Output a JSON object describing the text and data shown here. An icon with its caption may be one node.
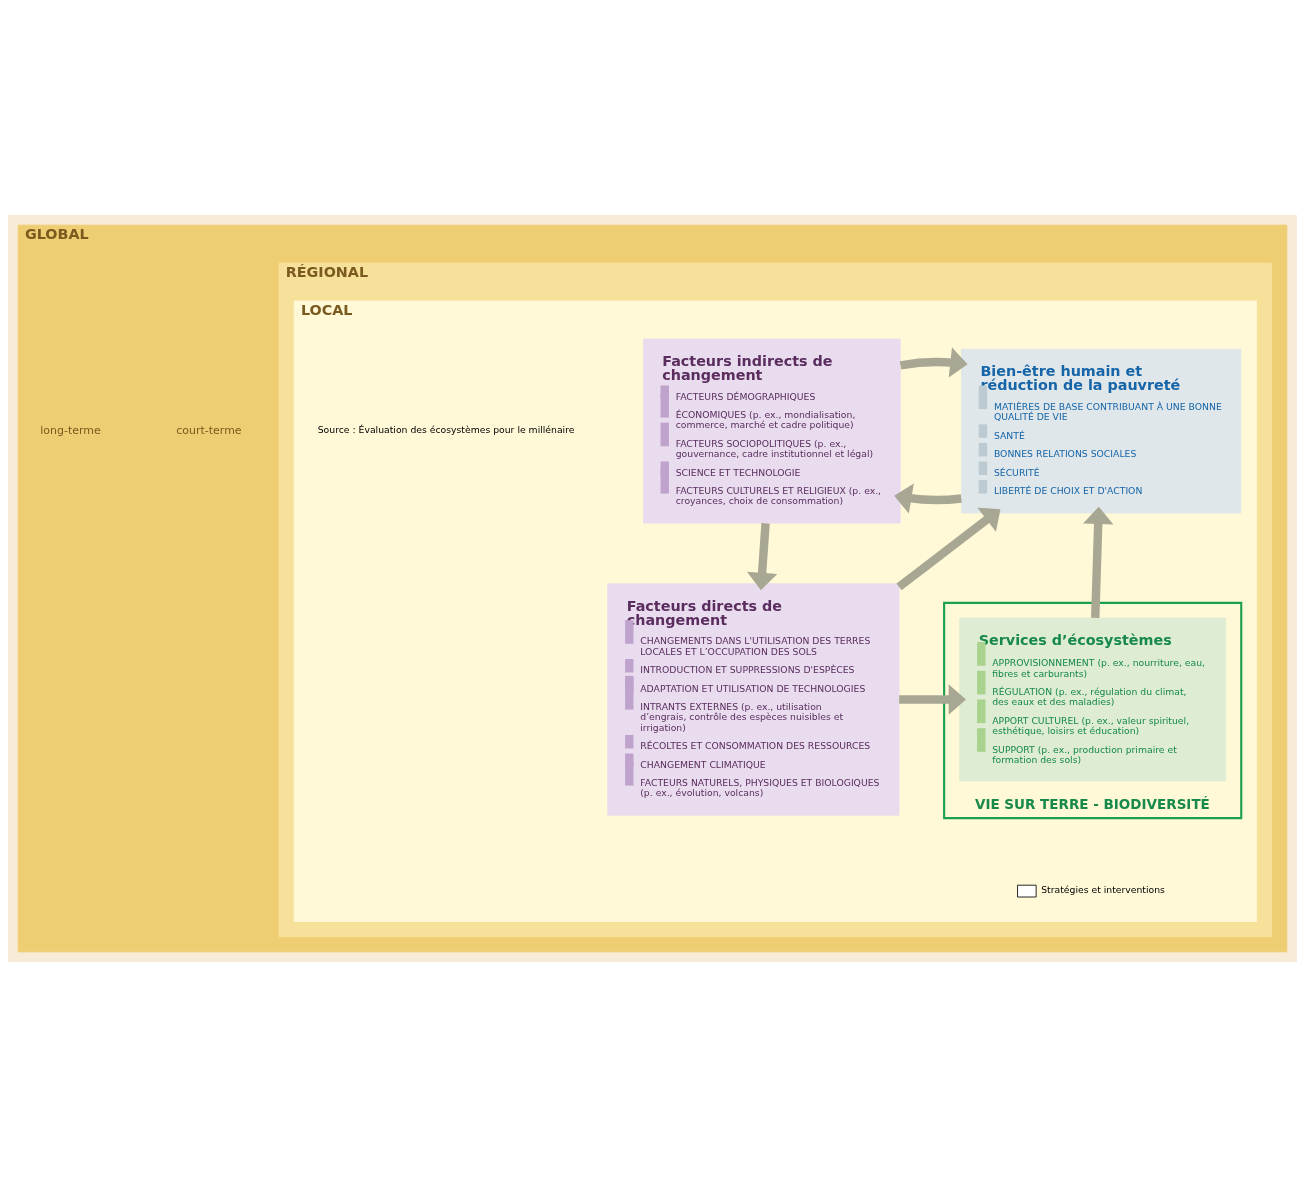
{
  "diagram": {
    "nodes": [
      {
        "text": [
          "GLOBAL"
        ]
      },
      {
        "text": [
          "RÉGIONAL"
        ],
        "in": 0
      },
      {
        "text": [
          "LOCAL"
        ],
        "in": 1
      },
      {
        "text": [
          "Bien-être humain et réduction de la pauvreté",
          "MATIÈRES DE BASE CONTRIBUANT À UNE BONNE QUALITÉ DE VIE",
          "SANTÉ",
          "BONNES RELATIONS SOCIALES",
          "SÉCURITÉ",
          "LIBERTÉ DE CHOIX ET D'ACTION"
        ],
        "in": 2
      },
      {
        "text": [
          "Facteurs indirects de changement",
          "FACTEURS DÉMOGRAPHIQUES",
          "ÉCONOMIQUES (p. ex., mondialisation, commerce, marché et cadre politique)",
          "FACTEURS SOCIOPOLITIQUES (p. ex., gouvernance, cadre institutionnel et légal)",
          "SCIENCE ET TECHNOLOGIE",
          "FACTEURS CULTURELS ET RELIGIEUX (p. ex., croyances, choix de consommation)"
        ],
        "in": 2
      },
      {
        "text": [
          "VIE SUR TERRE - BIODIVERSITÉ"
        ],
        "in": 2
      },
      {
        "text": [
          "Services d’écosystèmes",
          "APPROVISIONNEMENT (p. ex., nourriture, eau, fibres et carburants)",
          "RÉGULATION (p. ex., régulation du climat, des eaux et des maladies)",
          "APPORT CULTUREL (p. ex., valeur spirituel, esthétique, loisirs et éducation)",
          "SUPPORT (p. ex., production primaire et formation des sols)"
        ],
        "in": 5
      },
      {
        "text": [
          "Facteurs directs de changement",
          "CHANGEMENTS DANS L'UTILISATION DES TERRES LOCALES ET L’OCCUPATION DES SOLS",
          "INTRODUCTION ET SUPPRESSIONS D'ESPÈCES",
          "ADAPTATION ET UTILISATION DE TECHNOLOGIES",
          "INTRANTS EXTERNES (p. ex., utilisation d’engrais, contrôle des espèces nuisibles et irrigation)",
          "RÉCOLTES ET CONSOMMATION DES RESSOURCES",
          "CHANGEMENT CLIMATIQUE",
          "FACTEURS NATURELS, PHYSIQUES ET BIOLOGIQUES (p. ex., évolution, volcans)"
        ],
        "in": 2
      }
    ],
    "edges": [
      {
        "from": 6,
        "to": 3,
        "arrow": "to"
      },
      {
        "from": 3,
        "to": 4,
        "arrow": "to"
      },
      {
        "from": 4,
        "to": 3,
        "arrow": "to"
      },
      {
        "from": 4,
        "to": 7,
        "arrow": "to"
      },
      {
        "from": 7,
        "to": 3,
        "arrow": "to"
      },
      {
        "from": 7,
        "to": 6,
        "arrow": "to"
      }
    ],
    "labels": [
      "court-terme",
      "long-terme",
      "Source : Évaluation des écosystèmes pour le millénaire"
    ],
    "legend": [
      {
        "text": "Stratégies et interventions"
      }
    ]
  }
}
